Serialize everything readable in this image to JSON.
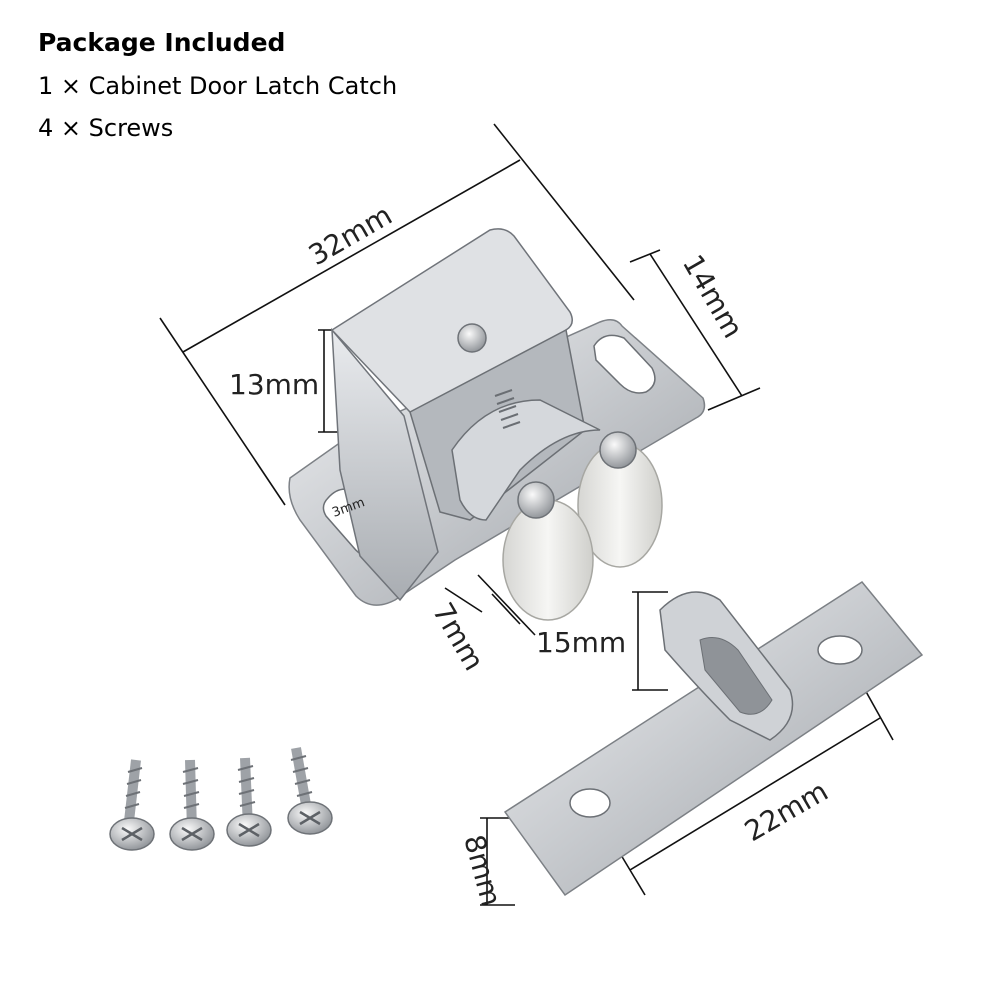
{
  "package": {
    "title": "Package Included",
    "items": [
      "1 × Cabinet Door Latch Catch",
      "4 × Screws"
    ]
  },
  "dimensions": {
    "length": "32mm",
    "depth": "14mm",
    "height": "13mm",
    "slot": "3mm",
    "roller": "7mm",
    "strike_height": "15mm",
    "strike_length": "22mm",
    "strike_width": "8mm"
  },
  "colors": {
    "metal": "#c9ccd0",
    "metal_dark": "#8d9196",
    "roller": "#ececea",
    "line": "#111111"
  }
}
